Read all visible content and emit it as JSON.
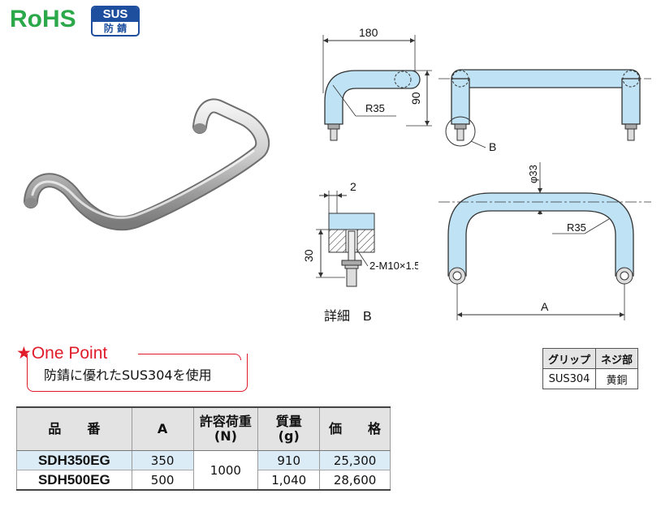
{
  "badges": {
    "rohs": "RoHS",
    "sus_top": "SUS",
    "sus_bottom": "防 錆"
  },
  "drawing": {
    "dim_width": "180",
    "dim_height": "90",
    "radius_top": "R35",
    "detail_callout": "B",
    "diameter": "φ33",
    "radius_front": "R35",
    "dim_A": "A",
    "detail_gap": "2",
    "detail_height": "30",
    "thread": "2-M10×1.5",
    "detail_label": "詳細　B"
  },
  "one_point": {
    "title": "★One Point",
    "text": "防錆に優れたSUS304を使用"
  },
  "material_table": {
    "headers": [
      "グリップ",
      "ネジ部"
    ],
    "row": [
      "SUS304",
      "黄銅"
    ]
  },
  "spec_table": {
    "headers": {
      "part": "品　　番",
      "a": "A",
      "load_1": "許容荷重",
      "load_2": "(N)",
      "mass_1": "質量",
      "mass_2": "(g)",
      "price": "価　　格"
    },
    "rows": [
      {
        "part": "SDH350EG",
        "a": "350",
        "mass": "910",
        "price": "25,300"
      },
      {
        "part": "SDH500EG",
        "a": "500",
        "mass": "1,040",
        "price": "28,600"
      }
    ],
    "shared_load": "1000"
  },
  "colors": {
    "rohs_green": "#2ba84a",
    "sus_blue": "#1d4f9e",
    "accent_red": "#e01b2a",
    "handle_fill": "#bfe3f4",
    "price_bg": "#dcecf7"
  }
}
